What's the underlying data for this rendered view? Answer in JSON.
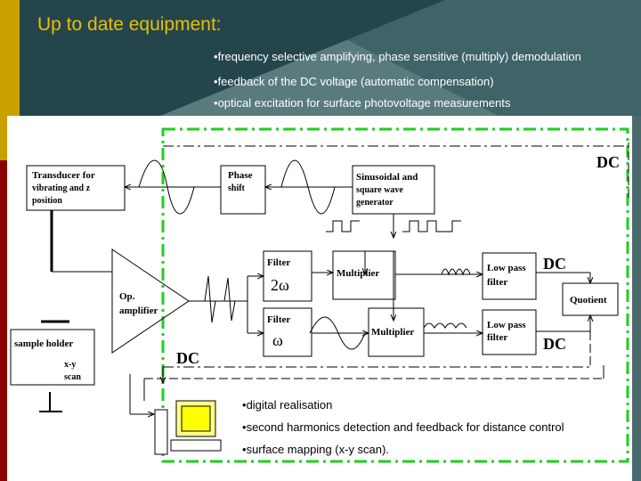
{
  "title": "Up to date equipment:",
  "top_bullets": [
    "frequency selective amplifying, phase sensitive (multiply) demodulation",
    "feedback of the DC voltage (automatic compensation)",
    "optical excitation for surface photovoltage measurements"
  ],
  "bottom_bullets": [
    "digital realisation",
    "second harmonics detection and feedback for distance control",
    "surface mapping (x-y scan)."
  ],
  "bullet_char": "•",
  "diagram": {
    "transducer": [
      "Transducer for",
      "vibrating and z",
      "position"
    ],
    "phase_shift": [
      "Phase",
      "shift"
    ],
    "generator": [
      "Sinusoidal and",
      "square wave",
      "generator"
    ],
    "filter_2w": [
      "Filter",
      "2ω"
    ],
    "multiplier_top": "Multiplier",
    "lowpass_top": [
      "Low pass",
      "filter"
    ],
    "quotient": "Quotient",
    "op_amp": [
      "Op.",
      "amplifier"
    ],
    "filter_w": [
      "Filter",
      "ω"
    ],
    "multiplier_bottom": "Multiplier",
    "lowpass_bottom": [
      "Low pass",
      "filter"
    ],
    "sample_holder": "sample holder",
    "xy_scan": [
      "x-y",
      "scan"
    ],
    "dc_labels": [
      "DC",
      "DC",
      "DC",
      "DC"
    ]
  },
  "colors": {
    "title": "#e8c000",
    "background": "#5a7b7e",
    "stripe_yellow": "#c8a000",
    "stripe_red": "#8b0000",
    "dashed_border": "#22cc22"
  }
}
